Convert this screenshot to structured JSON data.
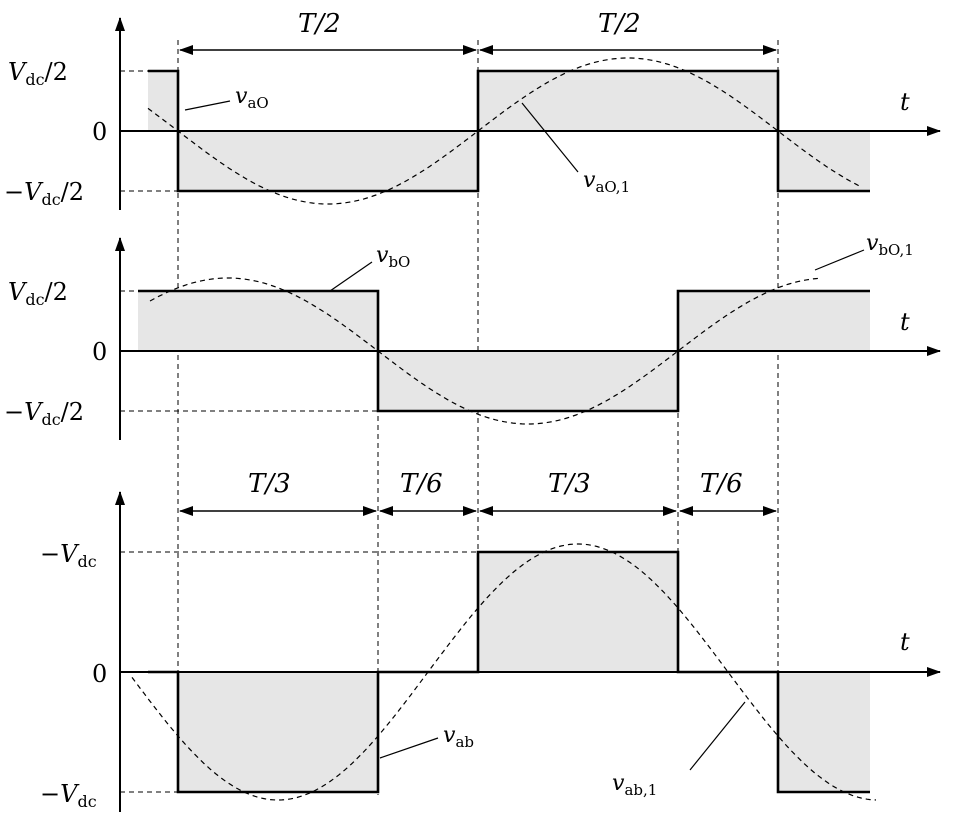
{
  "panels": [
    {
      "id": "aO",
      "axis_label": "t",
      "tick_labels": {
        "top": "V_dc/2",
        "zero": "0",
        "bottom": "−V_dc/2"
      },
      "signal_label": "v_aO",
      "fundamental_label": "v_aO,1"
    },
    {
      "id": "bO",
      "axis_label": "t",
      "tick_labels": {
        "top": "V_dc/2",
        "zero": "0",
        "bottom": "−V_dc/2"
      },
      "signal_label": "v_bO",
      "fundamental_label": "v_bO,1"
    },
    {
      "id": "ab",
      "axis_label": "t",
      "tick_labels": {
        "top": "−V_dc",
        "zero": "0",
        "bottom": "−V_dc"
      },
      "signal_label": "v_ab",
      "fundamental_label": "v_ab,1"
    }
  ],
  "intervals_top": [
    "T/2",
    "T/2"
  ],
  "intervals_bottom": [
    "T/3",
    "T/6",
    "T/3",
    "T/6"
  ],
  "text": {
    "Vdc": "V",
    "dc": "dc",
    "half": "/2",
    "minus": "−",
    "v": "v",
    "aO": "aO",
    "aO1": "aO,1",
    "bO": "bO",
    "bO1": "bO,1",
    "ab": "ab",
    "ab1": "ab,1",
    "t": "t",
    "zero": "0",
    "T2": "T/2",
    "T3": "T/3",
    "T6": "T/6"
  }
}
